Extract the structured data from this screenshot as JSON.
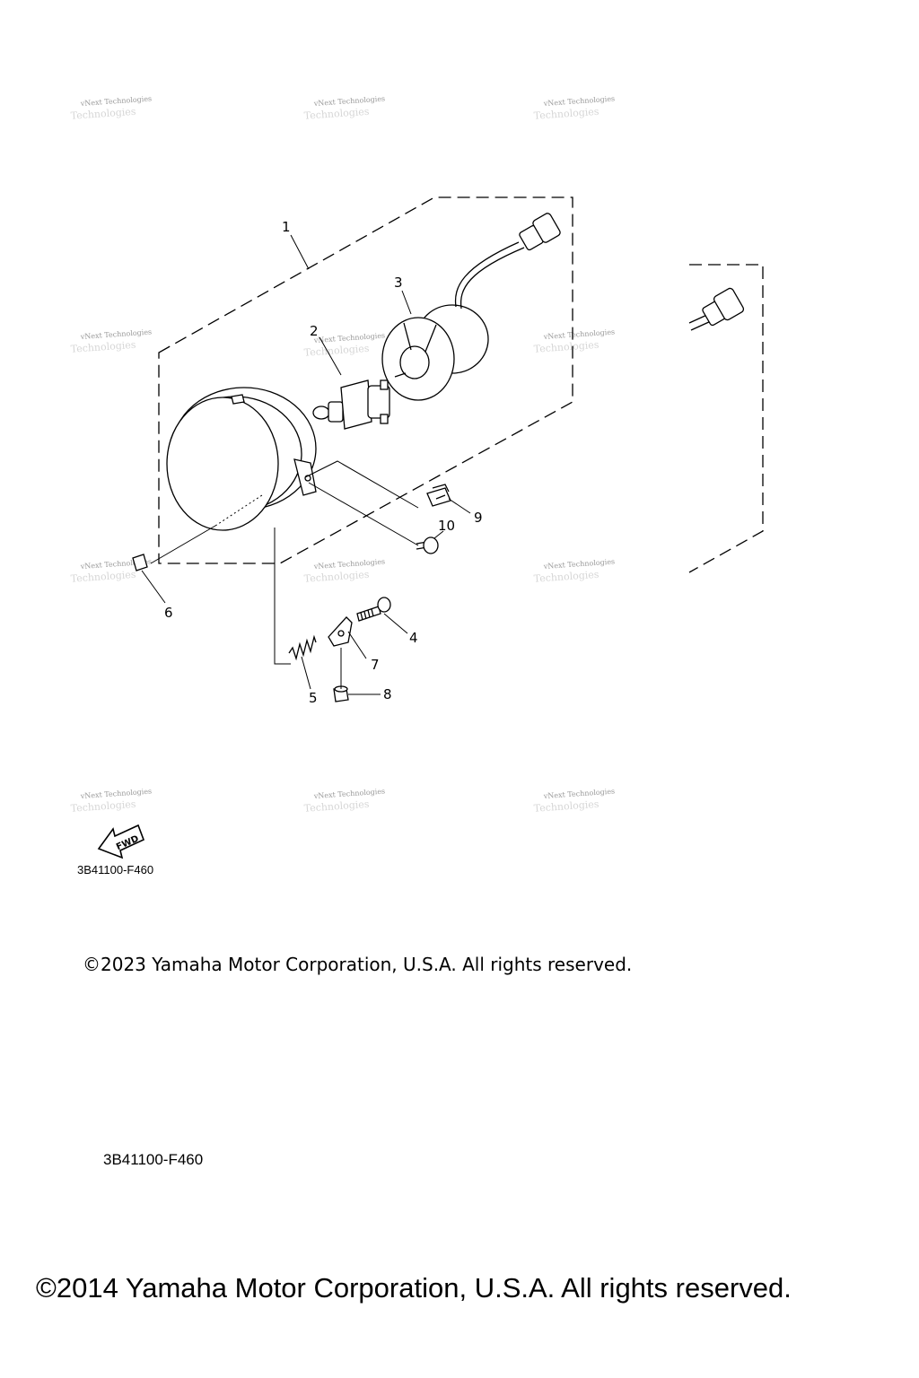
{
  "diagram": {
    "callouts": [
      "1",
      "2",
      "3",
      "4",
      "5",
      "6",
      "7",
      "8",
      "9",
      "10"
    ],
    "watermark_text": "vNext Technologies",
    "watermark_ghost": "Technologies",
    "fwd_label": "FWD"
  },
  "footer": {
    "part_code": "3B41100-F460",
    "copyright_current": "©2023 Yamaha Motor Corporation, U.S.A. All rights reserved.",
    "part_code_repeat": "3B41100-F460",
    "copyright_original": "©2014 Yamaha Motor Corporation, U.S.A. All rights reserved."
  },
  "colors": {
    "line": "#000000",
    "watermark": "#9a9a9a",
    "background": "#ffffff"
  }
}
